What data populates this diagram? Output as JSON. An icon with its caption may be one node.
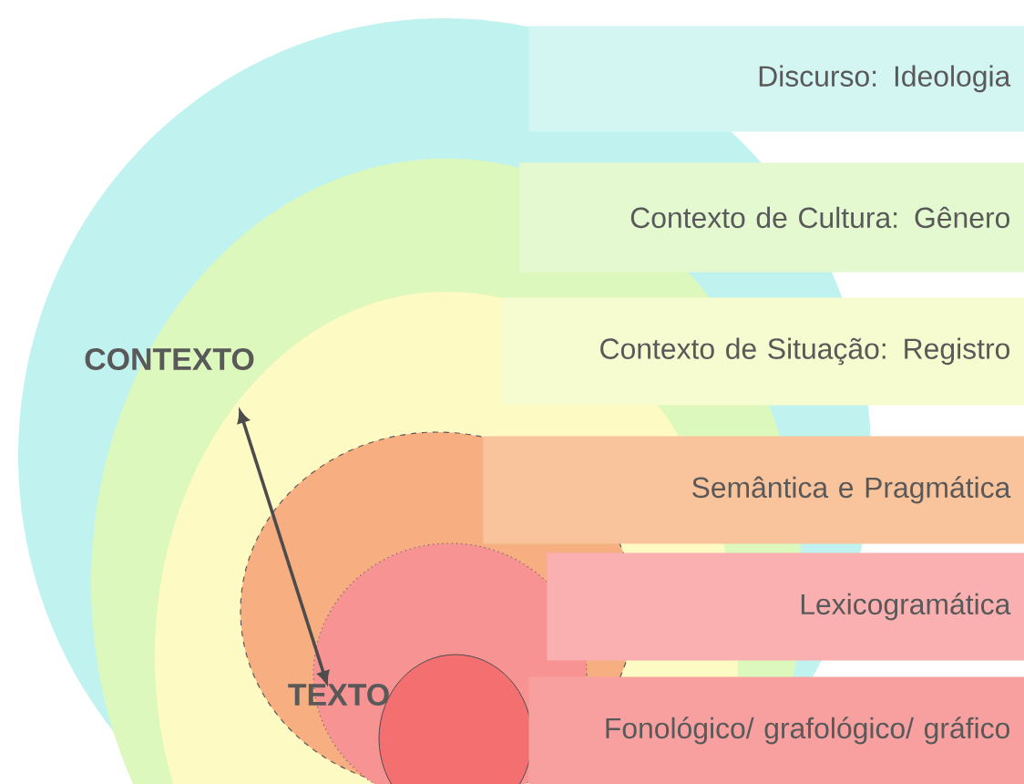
{
  "diagram": {
    "nodes": [
      {
        "text": [
          "Discurso: Ideologia"
        ]
      },
      {
        "text": [
          "Contexto de Cultura: Gênero"
        ]
      },
      {
        "text": [
          "Contexto de Situação: Registro"
        ]
      },
      {
        "text": [
          "Semântica e Pragmática"
        ]
      },
      {
        "text": [
          "Lexicogramática"
        ]
      },
      {
        "text": [
          "Fonológico/ grafológico/ gráfico"
        ]
      },
      {
        "text": [
          "CONTEXTO"
        ]
      },
      {
        "text": [
          "TEXTO"
        ]
      }
    ],
    "edges": [
      {
        "from": 6,
        "to": 7,
        "arrow": "both"
      }
    ]
  }
}
